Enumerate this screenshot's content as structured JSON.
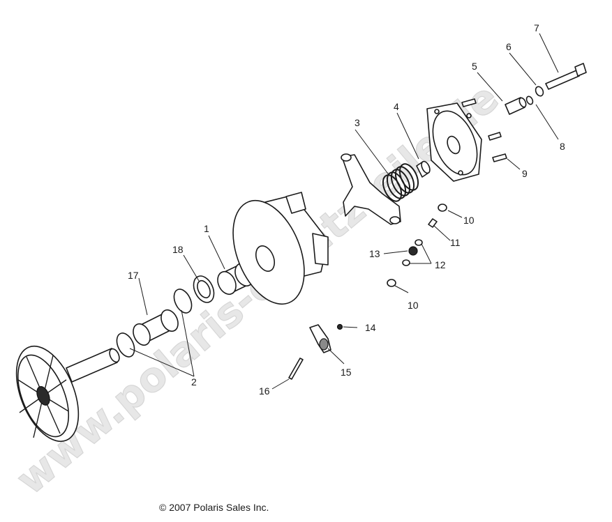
{
  "watermark": "www.polaris-ersatzteile.de",
  "copyright": "© 2007 Polaris Sales Inc.",
  "callouts": {
    "c1": "1",
    "c2": "2",
    "c3": "3",
    "c4": "4",
    "c5": "5",
    "c6": "6",
    "c7": "7",
    "c8": "8",
    "c9": "9",
    "c10a": "10",
    "c10b": "10",
    "c11": "11",
    "c12": "12",
    "c13": "13",
    "c14": "14",
    "c15": "15",
    "c16": "16",
    "c17": "17",
    "c18": "18"
  }
}
